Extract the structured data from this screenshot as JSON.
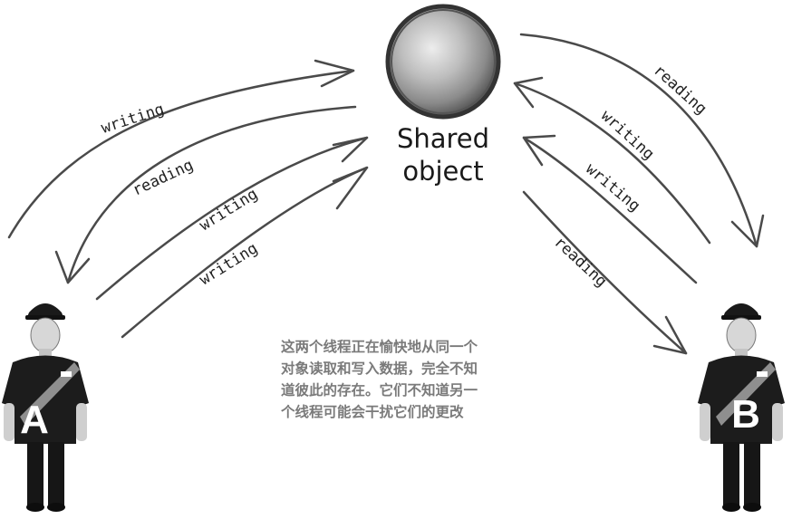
{
  "shared_object": {
    "line1": "Shared",
    "line2": "object"
  },
  "arrows": {
    "a_write_top": "writing",
    "a_read": "reading",
    "a_write_mid": "writing",
    "a_write_low": "writing",
    "b_read_top": "reading",
    "b_write_1": "writing",
    "b_write_2": "writing",
    "b_read_low": "reading"
  },
  "people": {
    "a": "A",
    "b": "B"
  },
  "caption": {
    "line1": "这两个线程正在愉快地从同一个",
    "line2": "对象读取和写入数据，完全不知",
    "line3": "道彼此的存在。它们不知道另一",
    "line4": "个线程可能会干扰它们的更改"
  },
  "colors": {
    "line": "#4a4a4a",
    "caption": "#7a7a7a",
    "shirt": "#1c1c1c"
  }
}
